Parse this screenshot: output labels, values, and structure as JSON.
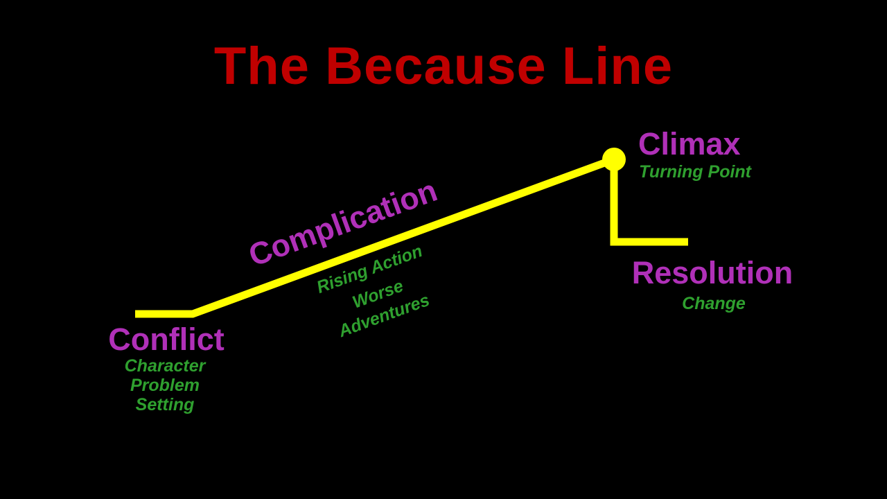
{
  "title": "The Because Line",
  "colors": {
    "background": "#000000",
    "title": "#c00000",
    "line": "#ffff00",
    "stage_label": "#b030b8",
    "sub_label": "#2fa02f"
  },
  "stages": {
    "conflict": {
      "label": "Conflict",
      "details": [
        "Character",
        "Problem",
        "Setting"
      ]
    },
    "complication": {
      "label": "Complication",
      "details": [
        "Rising Action",
        "Worse",
        "Adventures"
      ]
    },
    "climax": {
      "label": "Climax",
      "details": [
        "Turning Point"
      ]
    },
    "resolution": {
      "label": "Resolution",
      "details": [
        "Change"
      ]
    }
  }
}
